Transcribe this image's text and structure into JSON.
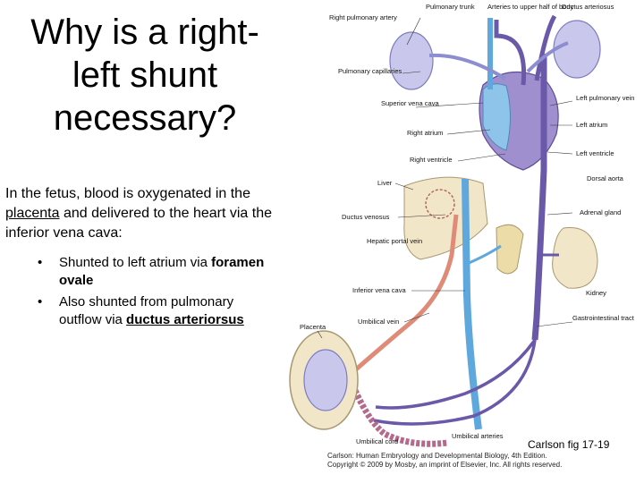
{
  "slide": {
    "title_lines": [
      "Why is a right-",
      "left shunt",
      "necessary?"
    ],
    "intro": {
      "part1": "In the fetus, blood is oxygenated in the ",
      "placenta": "placenta",
      "part2": " and delivered to the heart via the inferior vena cava:"
    },
    "bullets": [
      {
        "bullet": "•",
        "prefix": "Shunted to left atrium via ",
        "emphasis": "foramen ovale",
        "suffix": ""
      },
      {
        "bullet": "•",
        "prefix": "Also shunted from pulmonary outflow via ",
        "emphasis": "ductus arteriorsus",
        "suffix": ""
      }
    ],
    "citation": "Carlson fig 17-19",
    "credit_lines": [
      "Carlson: Human Embryology and Developmental Biology, 4th Edition.",
      "Copyright © 2009 by Mosby, an imprint of Elsevier, Inc. All rights reserved."
    ]
  },
  "figure": {
    "labels": {
      "pulmonary_trunk": "Pulmonary trunk",
      "arteries_upper": "Arteries to upper half of body",
      "ductus_arteriosus": "Ductus arteriosus",
      "right_pulmonary_artery": "Right pulmonary artery",
      "pulmonary_capillaries": "Pulmonary capillaries",
      "superior_vena_cava": "Superior vena cava",
      "left_pulmonary_vein": "Left pulmonary vein",
      "left_atrium": "Left atrium",
      "right_atrium": "Right atrium",
      "left_ventricle": "Left ventricle",
      "right_ventricle": "Right ventricle",
      "liver": "Liver",
      "dorsal_aorta": "Dorsal aorta",
      "ductus_venosus": "Ductus venosus",
      "adrenal_gland": "Adrenal gland",
      "hepatic_portal_vein": "Hepatic portal vein",
      "inferior_vena_cava": "Inferior vena cava",
      "kidney": "Kidney",
      "umbilical_vein": "Umbilical vein",
      "gastrointestinal_tract": "Gastrointestinal tract",
      "placenta": "Placenta",
      "umbilical_arteries": "Umbilical arteries",
      "umbilical_cord": "Umbilical cord"
    },
    "colors": {
      "oxygenated": "#e08a78",
      "mixed": "#5ea8dd",
      "deoxygenated": "#6a58a8",
      "organ": "#f2e6c9",
      "lung": "#8c8ed0"
    }
  }
}
